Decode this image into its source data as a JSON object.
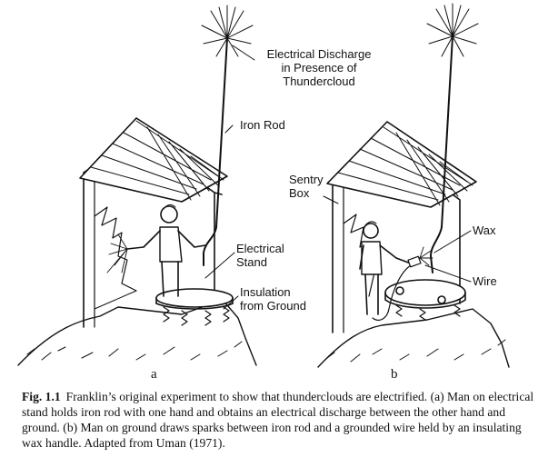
{
  "labels": {
    "discharge": [
      "Electrical Discharge",
      "in Presence of",
      "Thundercloud"
    ],
    "iron_rod": "Iron Rod",
    "electrical_stand": [
      "Electrical",
      "Stand"
    ],
    "insulation": [
      "Insulation",
      "from Ground"
    ],
    "sentry_box": [
      "Sentry",
      "Box"
    ],
    "wax": "Wax",
    "wire": "Wire"
  },
  "panels": {
    "a": "a",
    "b": "b"
  },
  "caption": {
    "fig_number": "Fig. 1.1",
    "text": "Franklin’s original experiment to show that thunderclouds are electrified. (a) Man on electrical stand holds iron rod with one hand and obtains an electrical discharge between the other hand and ground. (b) Man on ground draws sparks between iron rod and a grounded wire held by an insulating wax handle. Adapted from Uman (1971)."
  }
}
